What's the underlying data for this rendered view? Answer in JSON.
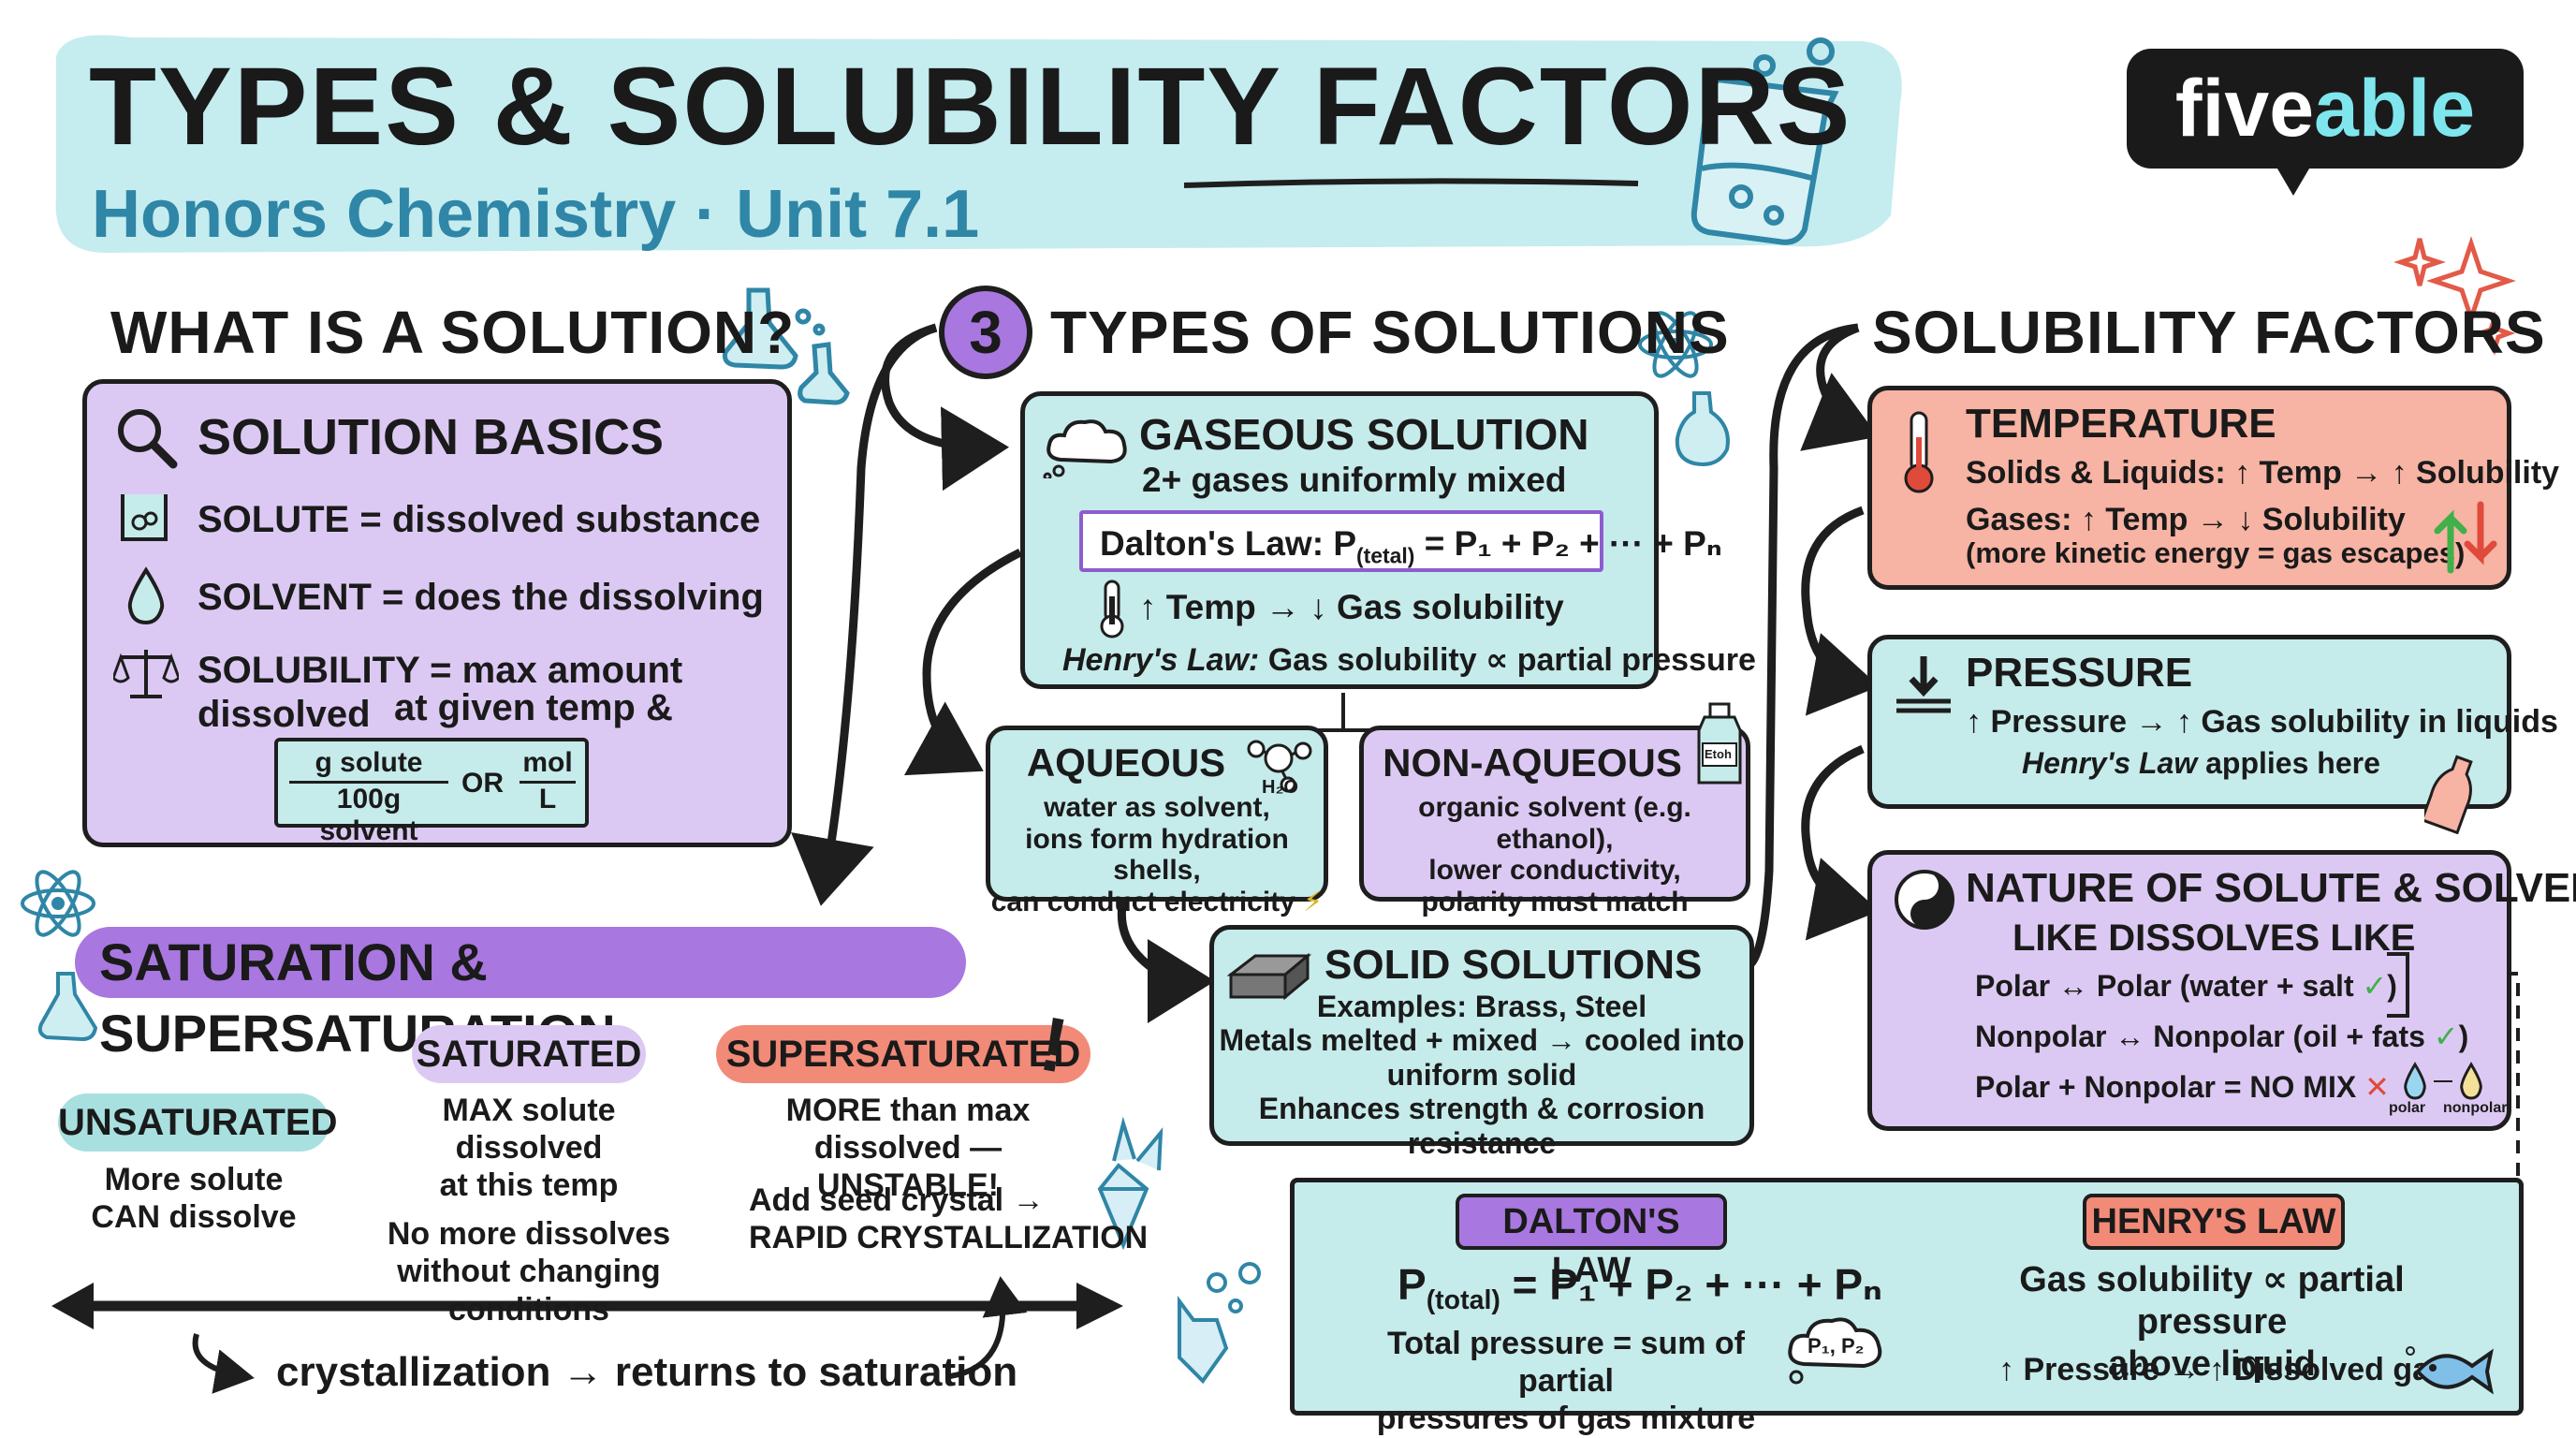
{
  "header": {
    "title_part1": "TYPES & SOLUBILITY",
    "title_part2": "FACTORS",
    "subtitle": "Honors Chemistry · Unit 7.1",
    "logo_part1": "five",
    "logo_part2": "able"
  },
  "what_is_solution": {
    "heading": "WHAT IS A SOLUTION?",
    "card_title": "SOLUTION BASICS",
    "solute_term": "SOLUTE",
    "solute_def": " = dissolved substance",
    "solvent_term": "SOLVENT",
    "solvent_def": " = does the dissolving",
    "solubility_term": "SOLUBILITY",
    "solubility_def_1": " = max amount dissolved",
    "solubility_def_2": "at given temp & pressure",
    "unit_1_num": "g solute",
    "unit_1_den": "100g solvent",
    "unit_or": "OR",
    "unit_2_num": "mol",
    "unit_2_den": "L"
  },
  "types": {
    "number": "3",
    "heading": "TYPES OF SOLUTIONS",
    "gaseous": {
      "title": "GASEOUS SOLUTION",
      "desc": "2+ gases uniformly mixed",
      "law_label": "Dalton's Law: P",
      "law_sub": "(tetal)",
      "law_rest": " = P₁ + P₂ + ··· + Pₙ",
      "temp": "↑ Temp → ↓ Gas solubility",
      "henry_label": "Henry's Law:",
      "henry_text": " Gas solubility ∝ partial pressure"
    },
    "aqueous": {
      "title": "AQUEOUS",
      "icon_label": "H₂O",
      "line1": "water as solvent,",
      "line2": "ions form hydration shells,",
      "line3": "can conduct electricity"
    },
    "non_aqueous": {
      "title": "NON-AQUEOUS",
      "icon_label": "Etoh",
      "line1": "organic solvent (e.g. ethanol),",
      "line2": "lower conductivity,",
      "line3": "polarity must match"
    },
    "solid": {
      "title": "SOLID SOLUTIONS",
      "line1": "Examples: Brass, Steel",
      "line2": "Metals melted + mixed → cooled into",
      "line3": "uniform solid",
      "line4": "Enhances strength & corrosion resistance"
    }
  },
  "factors": {
    "heading": "SOLUBILITY FACTORS",
    "temperature": {
      "title": "TEMPERATURE",
      "line1": "Solids & Liquids: ↑ Temp → ↑ Solubility",
      "line2": "Gases: ↑ Temp → ↓ Solubility",
      "line3": "(more kinetic energy = gas escapes)"
    },
    "pressure": {
      "title": "PRESSURE",
      "line1": "↑ Pressure → ↑ Gas solubility in liquids",
      "line2_italic": "Henry's Law",
      "line2_rest": " applies here"
    },
    "nature": {
      "title": "NATURE OF SOLUTE & SOLVENT",
      "subtitle": "LIKE DISSOLVES LIKE",
      "line1": "Polar ↔ Polar (water + salt ",
      "line2": "Nonpolar ↔ Nonpolar (oil + fats ",
      "line3": "Polar + Nonpolar = NO MIX",
      "check": "✓",
      "close": ")",
      "cross": "✕",
      "drop_label_1": "polar",
      "drop_label_2": "nonpolar"
    }
  },
  "saturation": {
    "heading": "SATURATION & SUPERSATURATION",
    "unsaturated": {
      "label": "UNSATURATED",
      "line1": "More solute",
      "line2": "CAN dissolve"
    },
    "saturated": {
      "label": "SATURATED",
      "line1": "MAX solute dissolved",
      "line2": "at this temp",
      "line3": "No more dissolves",
      "line4": "without changing",
      "line5": "conditions"
    },
    "supersaturated": {
      "label": "SUPERSATURATED",
      "line1": "MORE than max",
      "line2": "dissolved — UNSTABLE!",
      "line3": "Add seed crystal →",
      "line4": "RAPID CRYSTALLIZATION"
    },
    "cycle_text": "crystallization → returns to saturation"
  },
  "laws": {
    "dalton": {
      "label": "DALTON'S LAW",
      "eq_p": "P",
      "eq_sub": "(total)",
      "eq_rest": " = P₁ + P₂ + ··· + Pₙ",
      "line1": "Total pressure = sum of partial",
      "line2": "pressures of gas mixture",
      "bubble": "P₁, P₂"
    },
    "henry": {
      "label": "HENRY'S LAW",
      "line1": "Gas solubility ∝ partial pressure",
      "line2": "above liquid",
      "line3": "↑ Pressure → ↑ Dissolved gas"
    }
  },
  "colors": {
    "purple": "#dcc9f3",
    "teal": "#c6ebeb",
    "salmon": "#f7b3a3",
    "subtitle_blue": "#2f86a6",
    "logo_cyan": "#7fe6ee",
    "pill_purple": "#a977e0",
    "pill_salmon": "#f28a78"
  }
}
